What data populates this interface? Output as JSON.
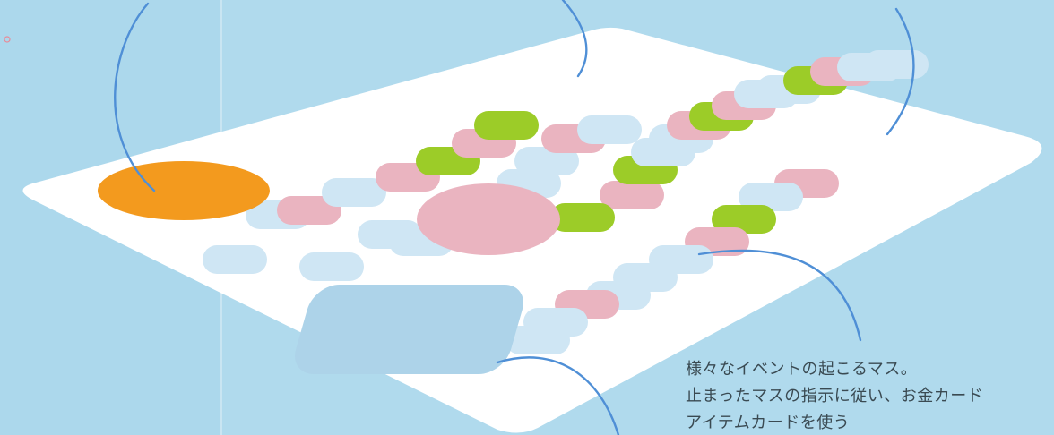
{
  "colors": {
    "background": "#acd8ec",
    "board": "#ffffff",
    "space_blue": "#cfe6f4",
    "space_pink": "#eab4c0",
    "space_green": "#9ccc28",
    "start_orange": "#f39a1e",
    "goal_pink": "#eab4c0",
    "card_area_blue": "#add3e9",
    "leader_line": "#4f8fd6",
    "text": "#3a4a52"
  },
  "spaces": {
    "types": [
      "event",
      "pink",
      "green"
    ],
    "sequence": [
      "event",
      "event",
      "pink",
      "event",
      "event",
      "pink",
      "event",
      "event",
      "green",
      "pink",
      "green",
      "event",
      "event",
      "pink",
      "event",
      "pink",
      "green",
      "event",
      "event",
      "pink",
      "green",
      "pink",
      "event",
      "event",
      "green",
      "pink",
      "event",
      "event",
      "pink",
      "event",
      "green",
      "pink",
      "event",
      "event",
      "event",
      "pink",
      "event",
      "event",
      "green"
    ]
  },
  "description": {
    "line1": "様々なイベントの起こるマス。",
    "line2": "止まったマスの指示に従い、お金カード",
    "line3": "アイテムカードを使う"
  }
}
